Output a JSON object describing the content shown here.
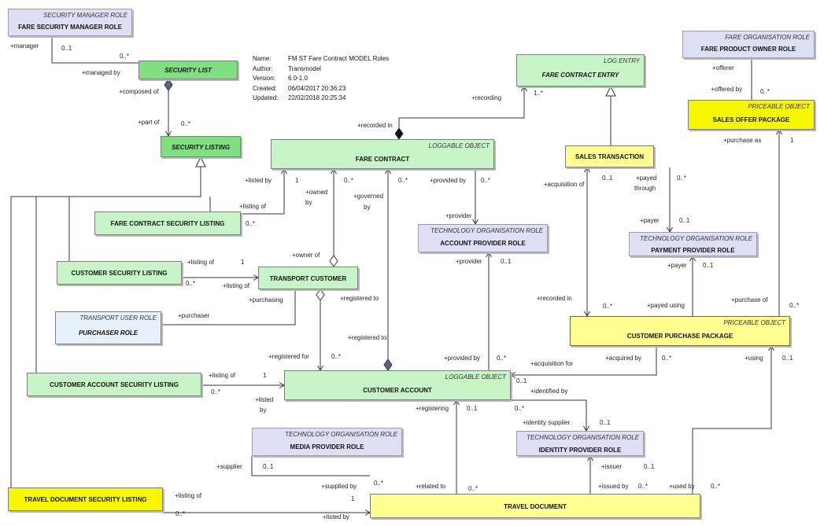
{
  "meta": [
    {
      "key": "Name:",
      "value": "FM ST Fare Contract MODEL Roles"
    },
    {
      "key": "Author:",
      "value": "Transmodel"
    },
    {
      "key": "Version:",
      "value": "6.0-1.0"
    },
    {
      "key": "Created:",
      "value": "06/04/2017 20:36:23"
    },
    {
      "key": "Updated:",
      "value": "22/02/2018 20:25:34"
    }
  ],
  "colors": {
    "role": "#dedef5",
    "role_edge": "#9b9bb8",
    "green": "#c8f5c8",
    "green_dark": "#80df80",
    "yellow": "#fffe90",
    "yellow_bright": "#f7f700",
    "blue": "#e7f1fb",
    "line": "#333333",
    "diamond": "#5a6478"
  },
  "classes": [
    {
      "id": "security_manager",
      "stereotype": "SECURITY MANAGER ROLE",
      "name": "FARE SECURITY MANAGER ROLE",
      "kind": "role"
    },
    {
      "id": "security_list",
      "stereotype": "",
      "name": "SECURITY LIST",
      "kind": "green_dark",
      "italic": true
    },
    {
      "id": "security_listing",
      "stereotype": "",
      "name": "SECURITY LISTING",
      "kind": "green_dark",
      "italic": true
    },
    {
      "id": "log_entry",
      "stereotype": "LOG ENTRY",
      "name": "FARE CONTRACT ENTRY",
      "kind": "green",
      "italic": true
    },
    {
      "id": "fare_contract",
      "stereotype": "LOGGABLE OBJECT",
      "name": "FARE CONTRACT",
      "kind": "green"
    },
    {
      "id": "fare_org",
      "stereotype": "FARE ORGANISATION ROLE",
      "name": "FARE PRODUCT OWNER ROLE",
      "kind": "role"
    },
    {
      "id": "sales_offer",
      "stereotype": "PRICEABLE OBJECT",
      "name": "SALES OFFER PACKAGE",
      "kind": "yellow_bright"
    },
    {
      "id": "sales_transaction",
      "stereotype": "",
      "name": "SALES TRANSACTION",
      "kind": "yellow"
    },
    {
      "id": "fc_sec_listing",
      "stereotype": "",
      "name": "FARE CONTRACT SECURITY LISTING",
      "kind": "green"
    },
    {
      "id": "account_provider",
      "stereotype": "TECHNOLOGY ORGANISATION ROLE",
      "name": "ACCOUNT PROVIDER ROLE",
      "kind": "role"
    },
    {
      "id": "payment_provider",
      "stereotype": "TECHNOLOGY ORGANISATION ROLE",
      "name": "PAYMENT PROVIDER ROLE",
      "kind": "role"
    },
    {
      "id": "cust_sec_listing",
      "stereotype": "",
      "name": "CUSTOMER SECURITY LISTING",
      "kind": "green"
    },
    {
      "id": "transport_customer",
      "stereotype": "",
      "name": "TRANSPORT CUSTOMER",
      "kind": "green"
    },
    {
      "id": "purchaser",
      "stereotype": "TRANSPORT USER ROLE",
      "name": "PURCHASER ROLE",
      "kind": "blue",
      "italic": true
    },
    {
      "id": "customer_purchase",
      "stereotype": "PRICEABLE OBJECT",
      "name": "CUSTOMER PURCHASE PACKAGE",
      "kind": "yellow"
    },
    {
      "id": "cust_acc_sec_listing",
      "stereotype": "",
      "name": "CUSTOMER ACCOUNT SECURITY LISTING",
      "kind": "green"
    },
    {
      "id": "customer_account",
      "stereotype": "LOGGABLE OBJECT",
      "name": "CUSTOMER ACCOUNT",
      "kind": "green"
    },
    {
      "id": "media_provider",
      "stereotype": "TECHNOLOGY ORGANISATION ROLE",
      "name": "MEDIA PROVIDER ROLE",
      "kind": "role"
    },
    {
      "id": "identity_provider",
      "stereotype": "TECHNOLOGY ORGANISATION ROLE",
      "name": "IDENTITY PROVIDER ROLE",
      "kind": "role"
    },
    {
      "id": "td_sec_listing",
      "stereotype": "",
      "name": "TRAVEL DOCUMENT SECURITY LISTING",
      "kind": "yellow_bright"
    },
    {
      "id": "travel_document",
      "stereotype": "",
      "name": "TRAVEL DOCUMENT",
      "kind": "yellow"
    }
  ],
  "labels": [
    "+manager",
    "0..1",
    "0..*",
    "+managed by",
    "+composed of",
    "+part of",
    "0..*",
    "+recording",
    "1..*",
    "+recorded in",
    "+offerer",
    "+offered by",
    "0..*",
    "+purchase as",
    "1",
    "+listed by",
    "1",
    "+owned",
    "by",
    "0..*",
    "+governed",
    "by",
    "0..*",
    "+provided by",
    "0..*",
    "+acquisition of",
    "0..1",
    "+payed",
    "through",
    "0..*",
    "+listing of",
    "0..*",
    "+provider",
    "+payer",
    "0..1",
    "+owner of",
    "+listing of",
    "1",
    "0..*",
    "+listing of",
    "+provider",
    "0..1",
    "+payer",
    "0..1",
    "+purchasing",
    "+registered to",
    "+recorded in",
    "0..*",
    "+payed using",
    "+purchase of",
    "0..*",
    "+purchaser",
    "+registered for",
    "0..*",
    "+registered to",
    "+provided by",
    "0..*",
    "+acquisition for",
    "+acquired by",
    "0..*",
    "+using",
    "0..1",
    "+listing of",
    "1",
    "0..*",
    "+listed",
    "by",
    "0..1",
    "+identified by",
    "+registering",
    "0..1",
    "0..*",
    "+identity supplier",
    "0..1",
    "+supplier",
    "0..1",
    "+issuer",
    "0..1",
    "+supplied by",
    "0..*",
    "+related to",
    "0..*",
    "+issued by",
    "0..*",
    "+used by",
    "0..*",
    "+listing of",
    "1",
    "0..*",
    "+listed by"
  ]
}
